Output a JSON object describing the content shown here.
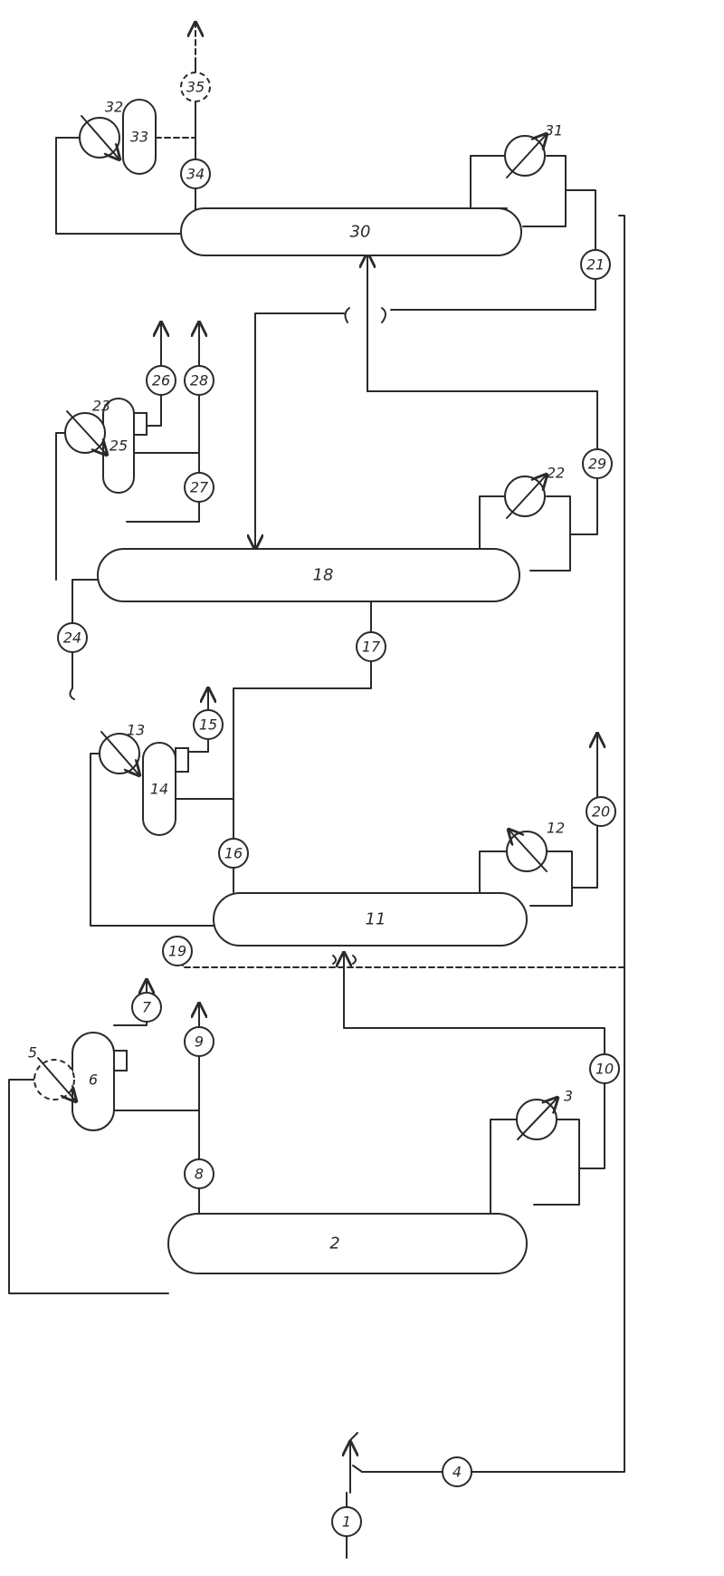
{
  "colors": {
    "ink": "#2a2a2a",
    "paper": "#ffffff"
  },
  "columns": [
    {
      "id": "2",
      "label": "2"
    },
    {
      "id": "11",
      "label": "11"
    },
    {
      "id": "18",
      "label": "18"
    },
    {
      "id": "30",
      "label": "30"
    }
  ],
  "drums": [
    {
      "id": "6",
      "label": "6"
    },
    {
      "id": "14",
      "label": "14"
    },
    {
      "id": "25",
      "label": "25"
    },
    {
      "id": "33",
      "label": "33"
    }
  ],
  "exchangers": [
    {
      "id": "3",
      "label": "3"
    },
    {
      "id": "5",
      "label": "5"
    },
    {
      "id": "12",
      "label": "12"
    },
    {
      "id": "13",
      "label": "13"
    },
    {
      "id": "22",
      "label": "22"
    },
    {
      "id": "23",
      "label": "23"
    },
    {
      "id": "31",
      "label": "31"
    },
    {
      "id": "32",
      "label": "32"
    }
  ],
  "streams": [
    {
      "id": "1",
      "label": "1"
    },
    {
      "id": "4",
      "label": "4"
    },
    {
      "id": "7",
      "label": "7"
    },
    {
      "id": "8",
      "label": "8"
    },
    {
      "id": "9",
      "label": "9"
    },
    {
      "id": "10",
      "label": "10"
    },
    {
      "id": "15",
      "label": "15"
    },
    {
      "id": "16",
      "label": "16"
    },
    {
      "id": "17",
      "label": "17"
    },
    {
      "id": "19",
      "label": "19"
    },
    {
      "id": "20",
      "label": "20"
    },
    {
      "id": "21",
      "label": "21"
    },
    {
      "id": "24",
      "label": "24"
    },
    {
      "id": "26",
      "label": "26"
    },
    {
      "id": "27",
      "label": "27"
    },
    {
      "id": "28",
      "label": "28"
    },
    {
      "id": "29",
      "label": "29"
    },
    {
      "id": "34",
      "label": "34"
    },
    {
      "id": "35",
      "label": "35"
    }
  ]
}
